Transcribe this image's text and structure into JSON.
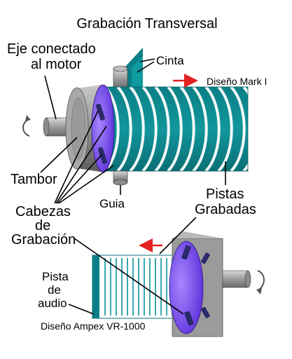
{
  "title": "Grabación Transversal",
  "labels": {
    "shaft_line1": "Eje conectado",
    "shaft_line2": "al motor",
    "tape": "Cinta",
    "design_top": "Diseño Mark I",
    "drum": "Tambor",
    "guide": "Guia",
    "heads_line1": "Cabezas",
    "heads_line2": "de",
    "heads_line3": "Grabación",
    "tracks_line1": "Pistas",
    "tracks_line2": "Grabadas",
    "audio_line1": "Pista",
    "audio_line2": "de",
    "audio_line3": "audio",
    "design_bottom": "Diseño Ampex VR-1000"
  },
  "colors": {
    "teal": "#00838a",
    "teal_light": "#5fc4c8",
    "purple": "#7b4df0",
    "drum_gray": "#8f8f8f",
    "arrow_red": "#e32222"
  }
}
